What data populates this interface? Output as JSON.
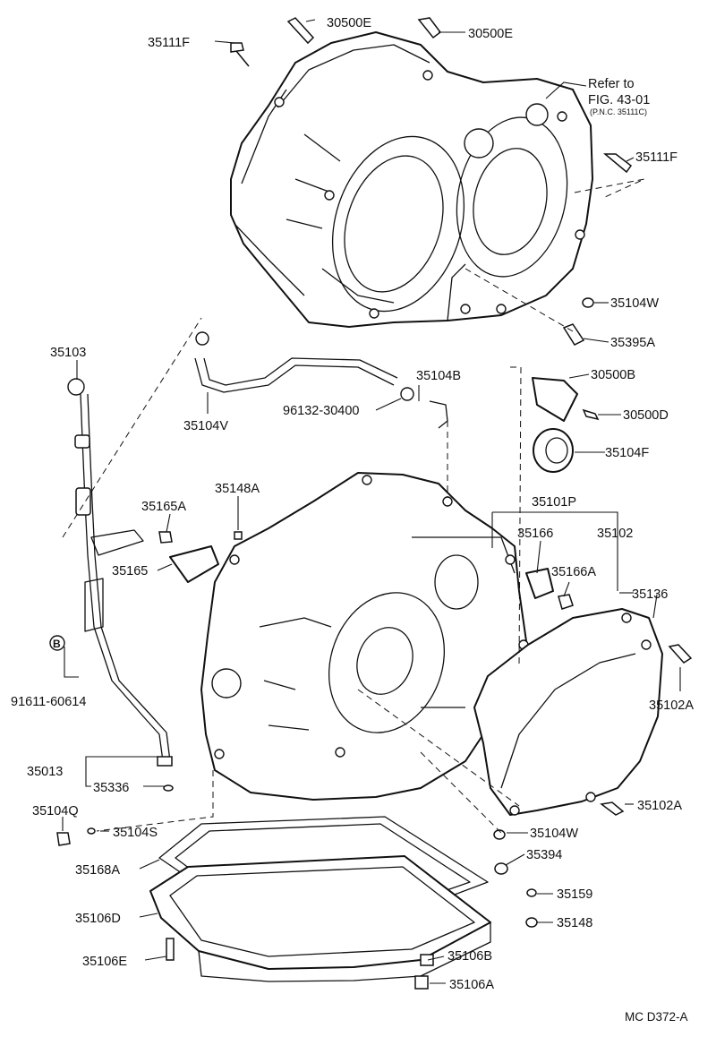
{
  "diagram": {
    "ref_note": {
      "line1": "Refer to",
      "line2": "FIG. 43-01",
      "line3": "(P.N.C. 35111C)"
    },
    "figure_code": "MC D372-A",
    "callouts": {
      "p_30500E_a": "30500E",
      "p_30500E_b": "30500E",
      "p_35111F_a": "35111F",
      "p_35111F_b": "35111F",
      "p_35104W_a": "35104W",
      "p_35395A": "35395A",
      "p_35103": "35103",
      "p_35104V": "35104V",
      "p_35104B": "35104B",
      "p_96132_30400": "96132-30400",
      "p_30500B": "30500B",
      "p_30500D": "30500D",
      "p_35104F": "35104F",
      "p_35148A": "35148A",
      "p_35165A": "35165A",
      "p_35165": "35165",
      "p_35101P": "35101P",
      "p_35166": "35166",
      "p_35102": "35102",
      "p_35166A": "35166A",
      "p_35136": "35136",
      "p_35102A_a": "35102A",
      "p_B_marker": "B",
      "p_91611_60614": "91611-60614",
      "p_35013": "35013",
      "p_35336": "35336",
      "p_35104Q": "35104Q",
      "p_35104S": "35104S",
      "p_35102A_b": "35102A",
      "p_35104W_b": "35104W",
      "p_35394": "35394",
      "p_35168A": "35168A",
      "p_35159": "35159",
      "p_35148": "35148",
      "p_35106D": "35106D",
      "p_35106B": "35106B",
      "p_35106E": "35106E",
      "p_35106A": "35106A"
    }
  }
}
